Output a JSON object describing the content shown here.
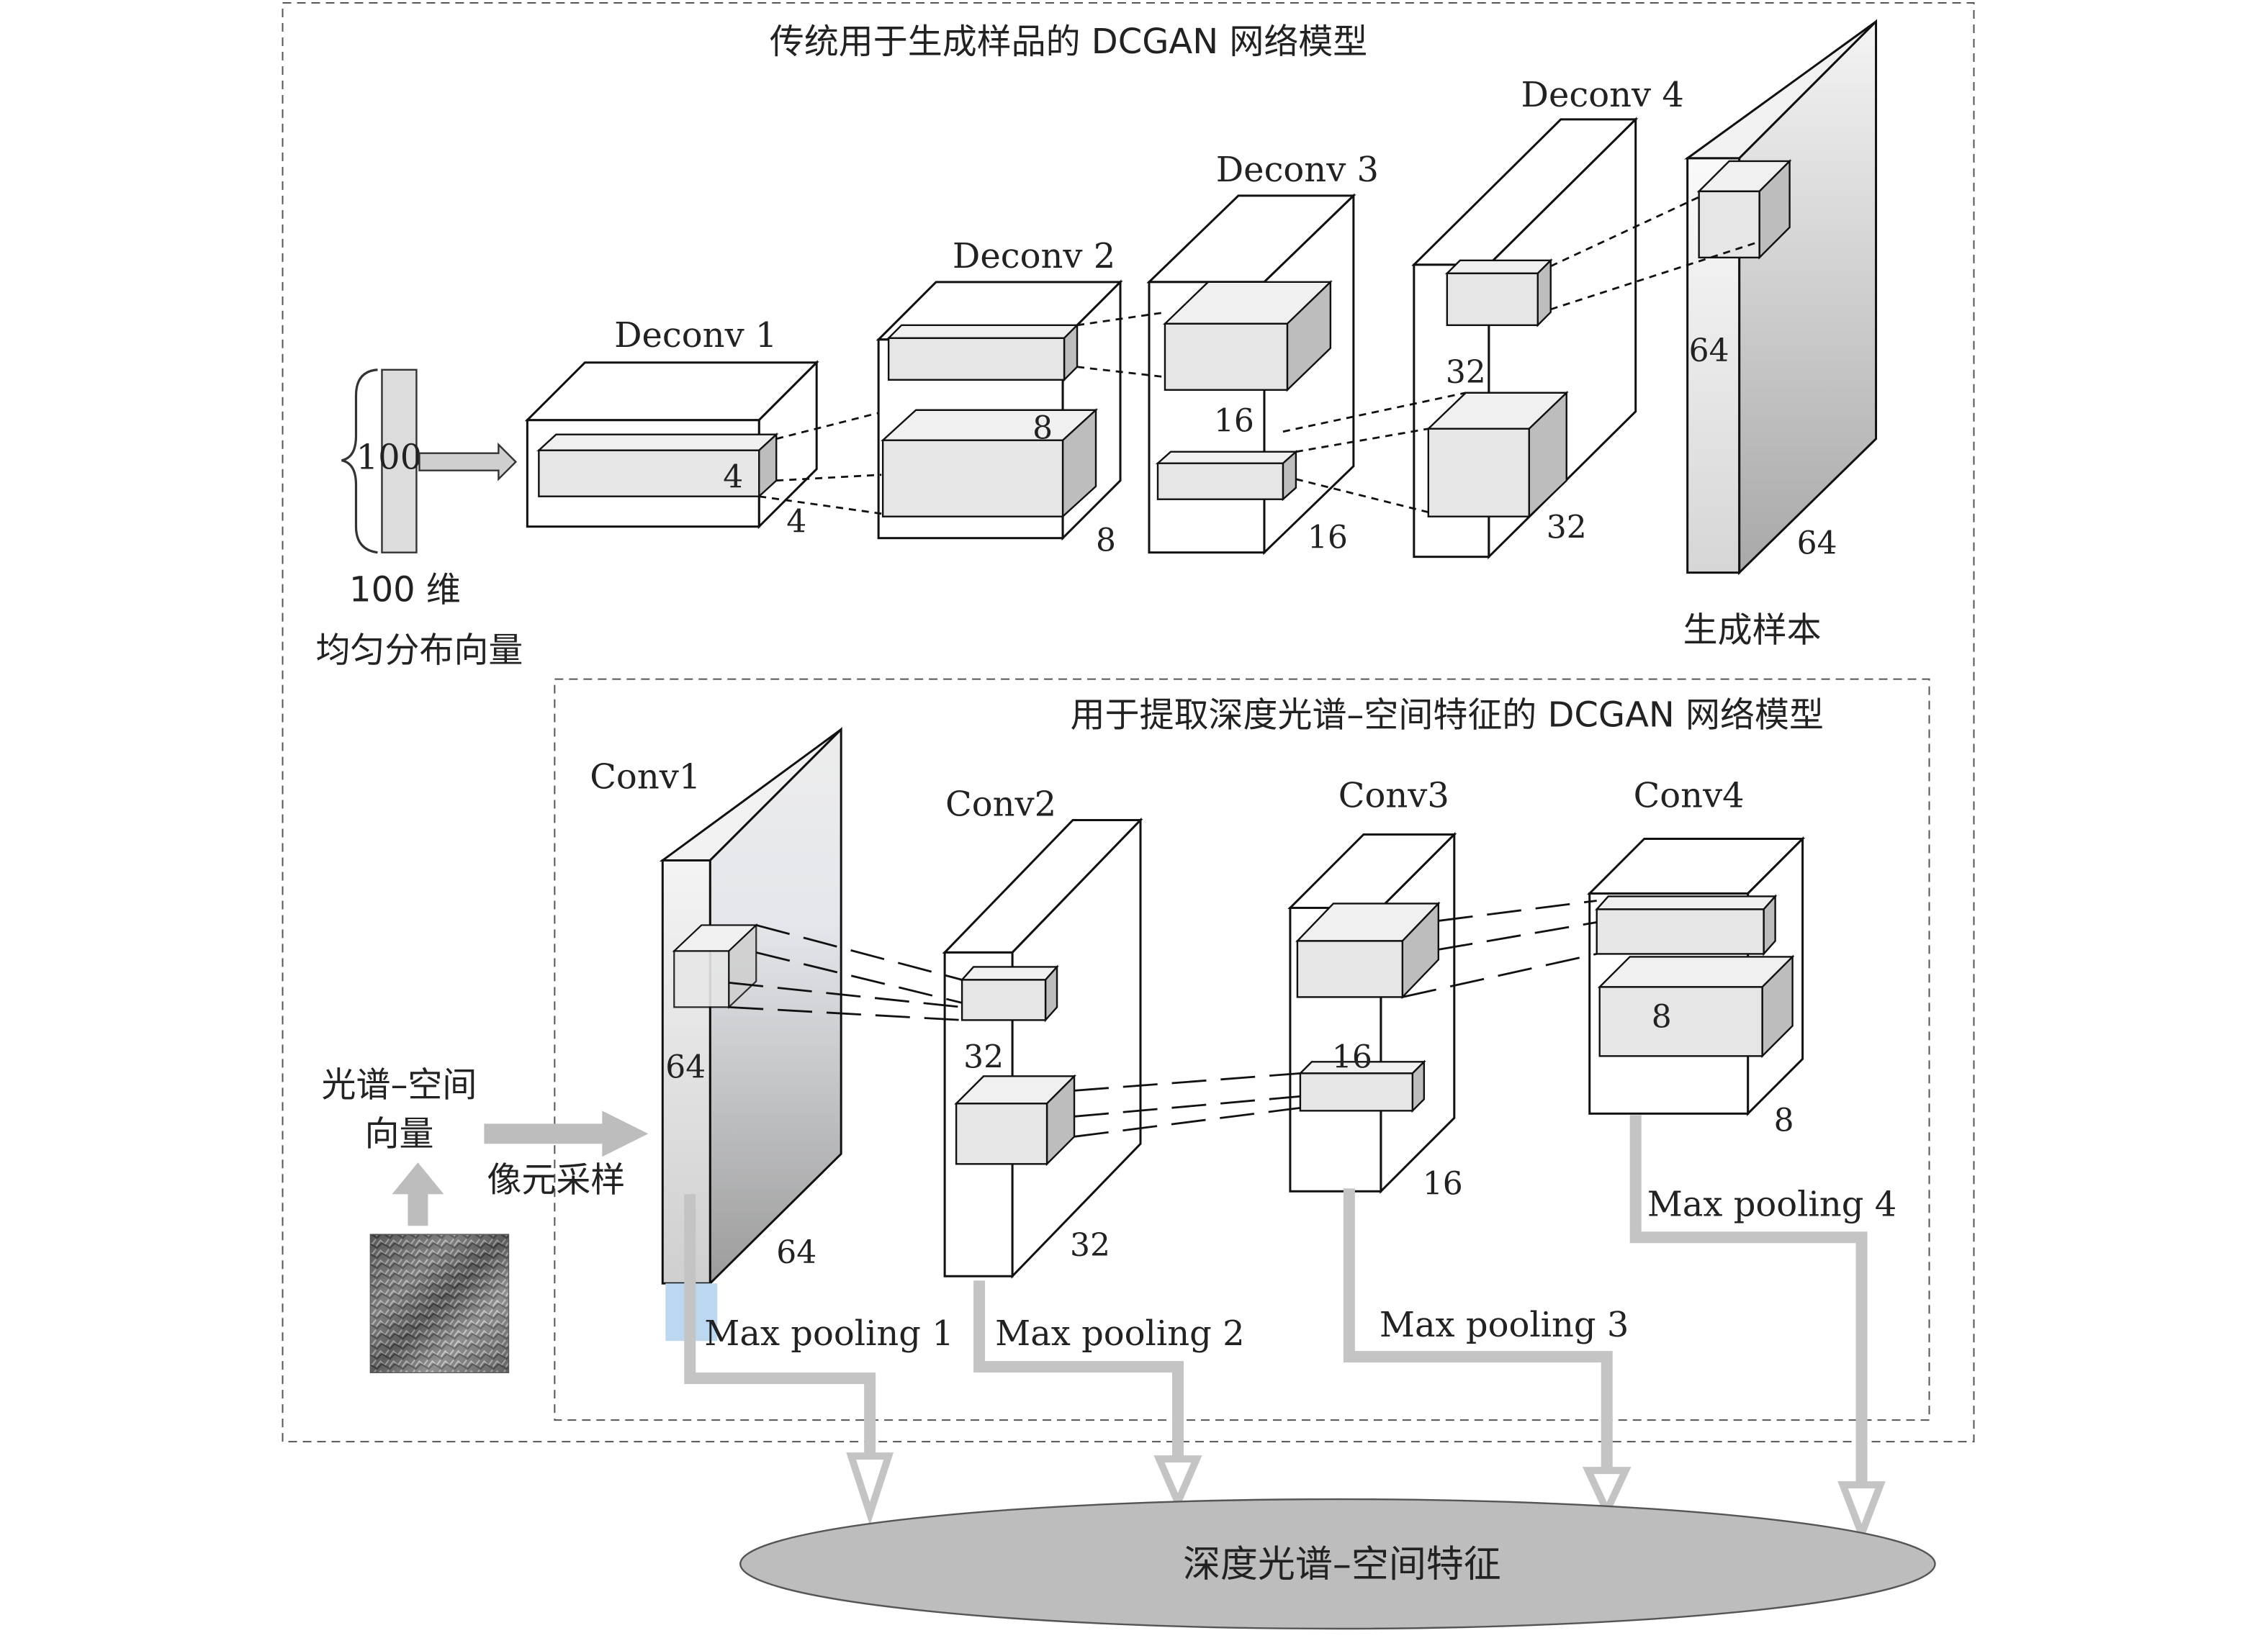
{
  "top_section": {
    "title": "传统用于生成样品的 DCGAN 网络模型",
    "input_vector": {
      "size_label": "100",
      "caption_line1": "100 维",
      "caption_line2": "均匀分布向量"
    },
    "layers": [
      {
        "name": "Deconv 1",
        "kernel_label": "4",
        "size_label": "4"
      },
      {
        "name": "Deconv 2",
        "kernel_label": "8",
        "size_label": "8"
      },
      {
        "name": "Deconv 3",
        "kernel_label": "16",
        "size_label": "16"
      },
      {
        "name": "Deconv 4",
        "kernel_label": "32",
        "size_label": "32"
      }
    ],
    "output": {
      "kernel_label": "64",
      "size_label": "64",
      "caption": "生成样本"
    }
  },
  "bottom_section": {
    "title": "用于提取深度光谱–空间特征的 DCGAN 网络模型",
    "input": {
      "label_line1": "光谱–空间",
      "label_line2": "向量",
      "arrow_label": "像元采样"
    },
    "layers": [
      {
        "name": "Conv1",
        "kernel_label": "64",
        "size_label": "64",
        "pool_label": "Max pooling 1"
      },
      {
        "name": "Conv2",
        "kernel_label": "32",
        "size_label": "32",
        "pool_label": "Max pooling 2"
      },
      {
        "name": "Conv3",
        "kernel_label": "16",
        "size_label": "16",
        "pool_label": "Max pooling 3"
      },
      {
        "name": "Conv4",
        "kernel_label": "8",
        "size_label": "8",
        "pool_label": "Max pooling 4"
      }
    ]
  },
  "output_feature": {
    "label": "深度光谱–空间特征"
  },
  "colors": {
    "box_fill": "#e6e6e6",
    "box_side": "#bdbdbd",
    "pool_path": "#c4c4c4",
    "ellipse": "#bdbdbd"
  }
}
